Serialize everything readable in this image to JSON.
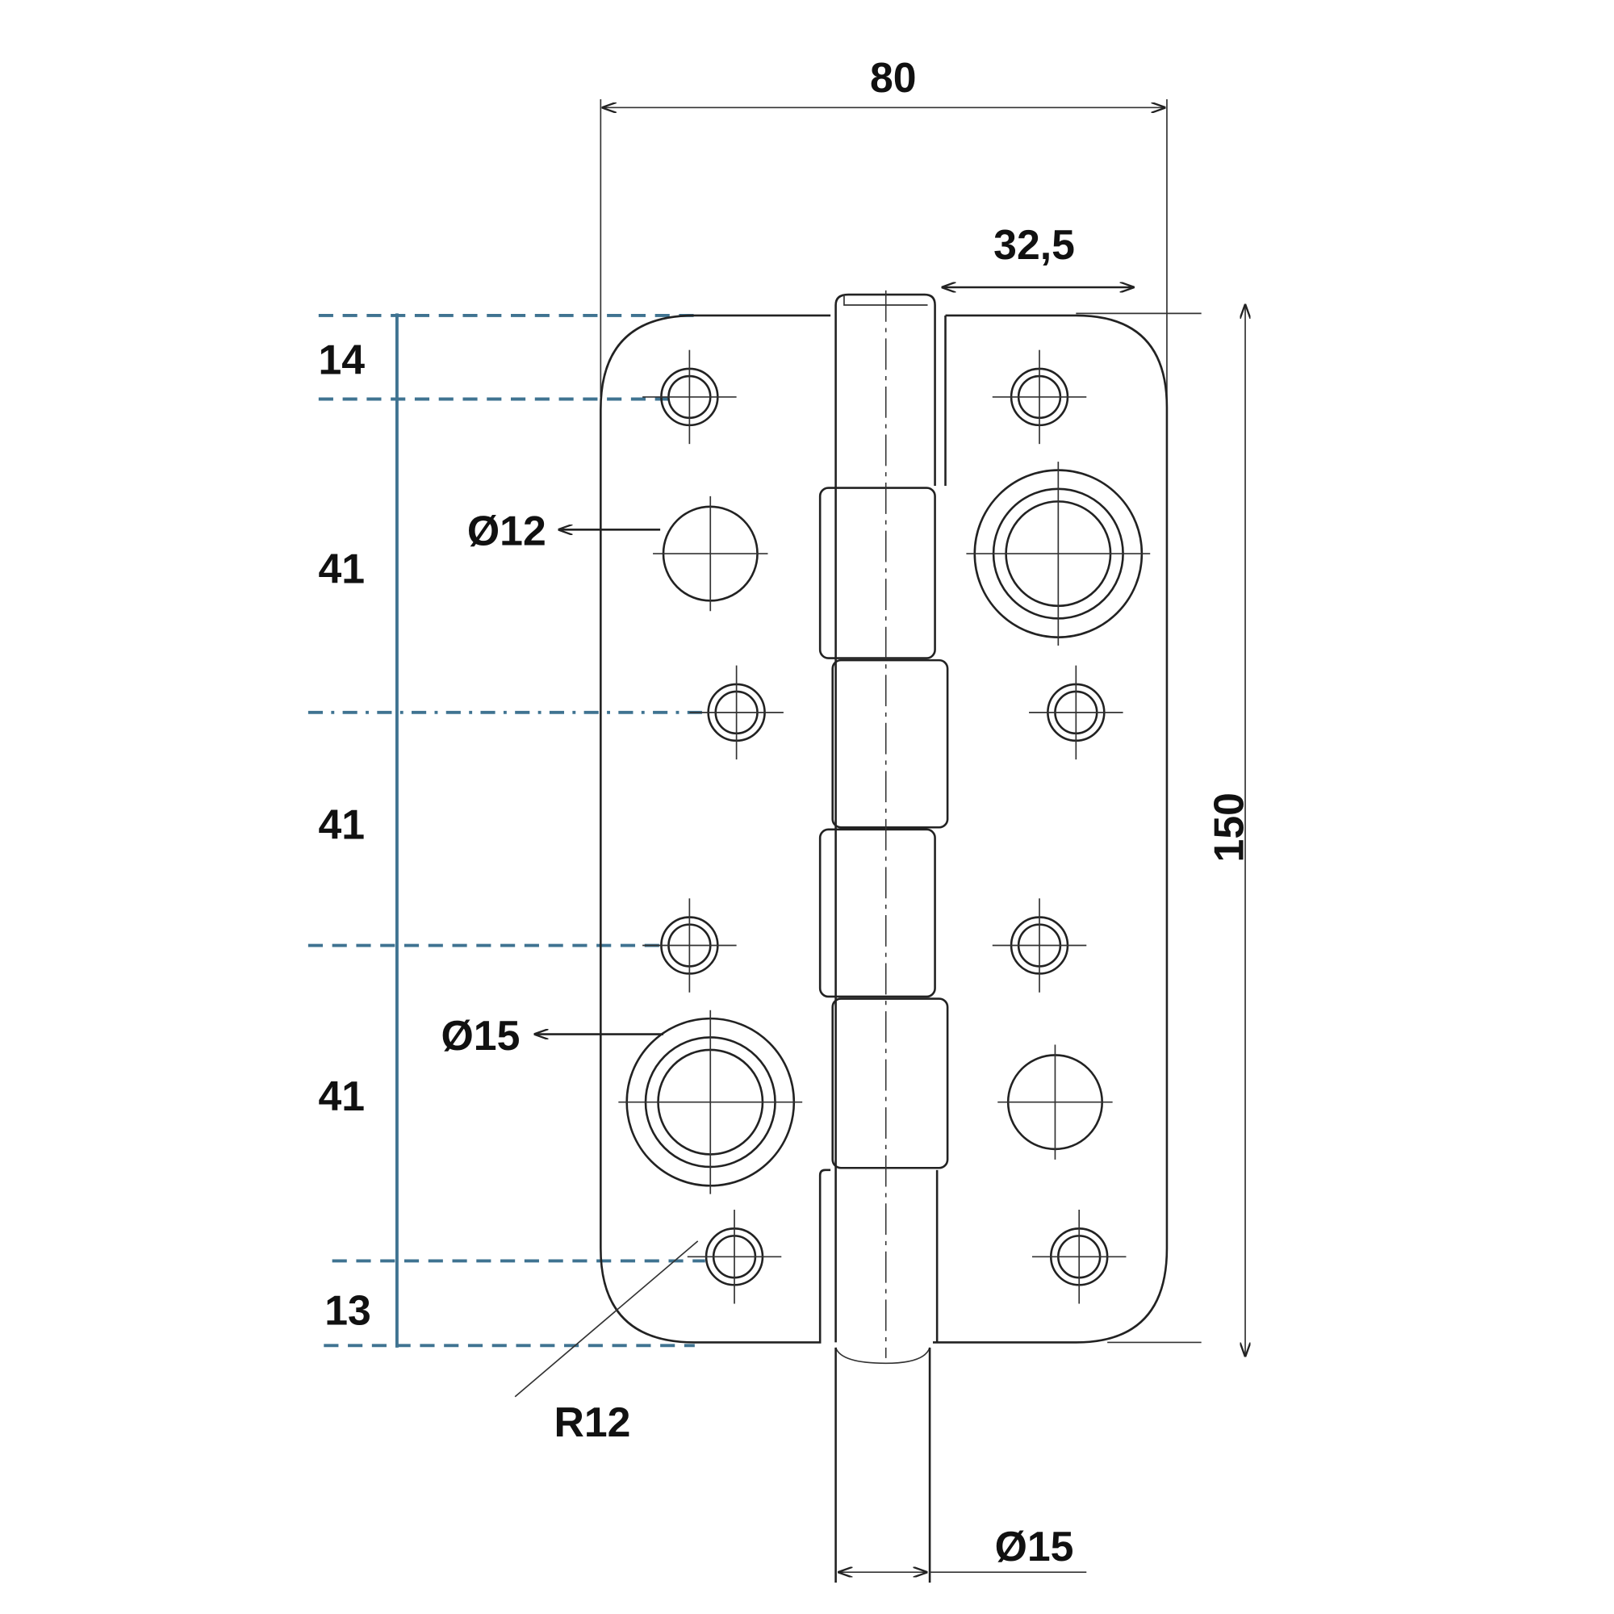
{
  "drawing": {
    "title": "Hinge dimensional drawing",
    "dimensions": {
      "width": "80",
      "pin_offset": "32,5",
      "height": "150",
      "spacing_top": "14",
      "spacing_1": "41",
      "spacing_2": "41",
      "spacing_3": "41",
      "spacing_bottom": "13",
      "hole_small": "Ø12",
      "hole_large": "Ø15",
      "corner_radius": "R12",
      "pin_diameter": "Ø15"
    },
    "colors": {
      "line": "#222222",
      "guide": "#3f7391"
    }
  }
}
